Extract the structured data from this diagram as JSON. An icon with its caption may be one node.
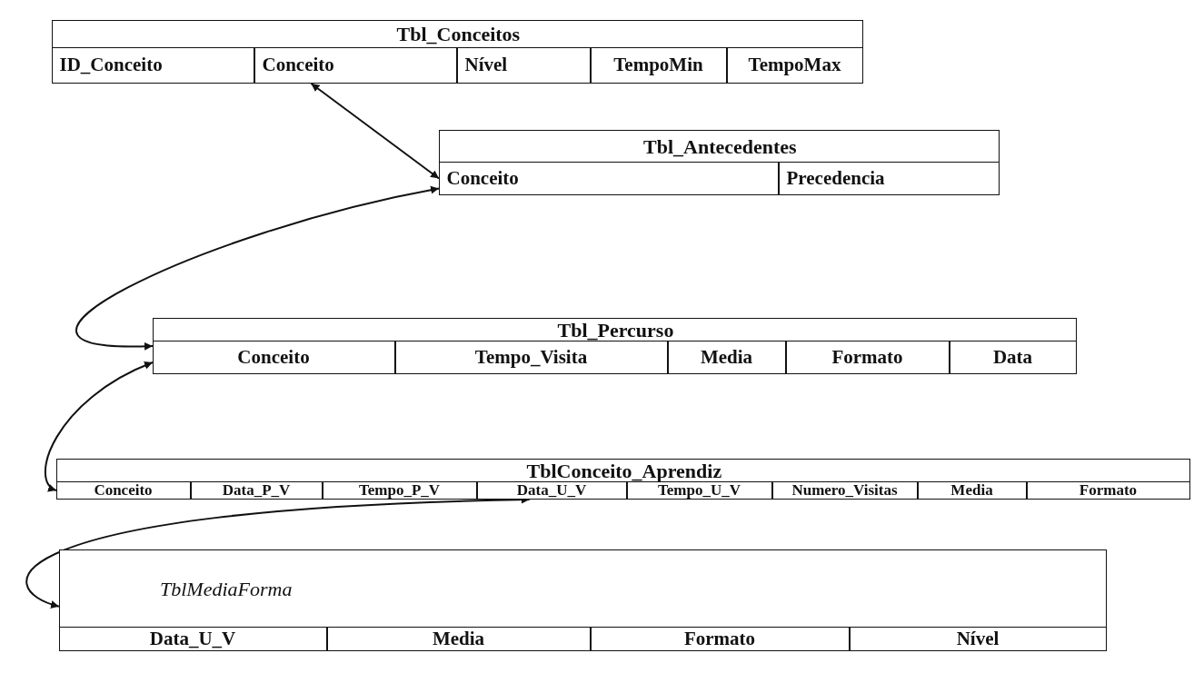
{
  "diagram": {
    "nodes": [
      {
        "text": [
          "Tbl_Conceitos"
        ]
      },
      {
        "text": [
          "ID_Conceito"
        ],
        "in": 0
      },
      {
        "text": [
          "Conceito"
        ],
        "in": 0
      },
      {
        "text": [
          "Nível"
        ],
        "in": 0
      },
      {
        "text": [
          "TempoMin"
        ],
        "in": 0
      },
      {
        "text": [
          "TempoMax"
        ],
        "in": 0
      },
      {
        "text": [
          "Tbl_Antecedentes"
        ]
      },
      {
        "text": [
          "Conceito"
        ],
        "in": 6
      },
      {
        "text": [
          "Precedencia"
        ],
        "in": 6
      },
      {
        "text": [
          "Tbl_Percurso"
        ]
      },
      {
        "text": [
          "Conceito"
        ],
        "in": 9
      },
      {
        "text": [
          "Tempo_Visita"
        ],
        "in": 9
      },
      {
        "text": [
          "Media"
        ],
        "in": 9
      },
      {
        "text": [
          "Formato"
        ],
        "in": 9
      },
      {
        "text": [
          "Data"
        ],
        "in": 9
      },
      {
        "text": [
          "TblConceito_Aprendiz"
        ]
      },
      {
        "text": [
          "Conceito"
        ],
        "in": 15
      },
      {
        "text": [
          "Data_P_V"
        ],
        "in": 15
      },
      {
        "text": [
          "Tempo_P_V"
        ],
        "in": 15
      },
      {
        "text": [
          "Data_U_V"
        ],
        "in": 15
      },
      {
        "text": [
          "Tempo_U_V"
        ],
        "in": 15
      },
      {
        "text": [
          "Numero_Visitas"
        ],
        "in": 15
      },
      {
        "text": [
          "Media"
        ],
        "in": 15
      },
      {
        "text": [
          "Formato"
        ],
        "in": 15
      },
      {
        "text": [
          "TblMediaForma"
        ]
      },
      {
        "text": [
          "Data_U_V"
        ],
        "in": 24
      },
      {
        "text": [
          "Media"
        ],
        "in": 24
      },
      {
        "text": [
          "Formato"
        ],
        "in": 24
      },
      {
        "text": [
          "Nível"
        ],
        "in": 24
      }
    ],
    "edges": [
      {
        "from": 2,
        "to": 7,
        "arrow": "both"
      },
      {
        "from": 10,
        "to": 7,
        "arrow": "both"
      },
      {
        "from": 10,
        "to": 16,
        "arrow": "both"
      },
      {
        "from": 19,
        "to": 24,
        "arrow": "both"
      }
    ]
  }
}
